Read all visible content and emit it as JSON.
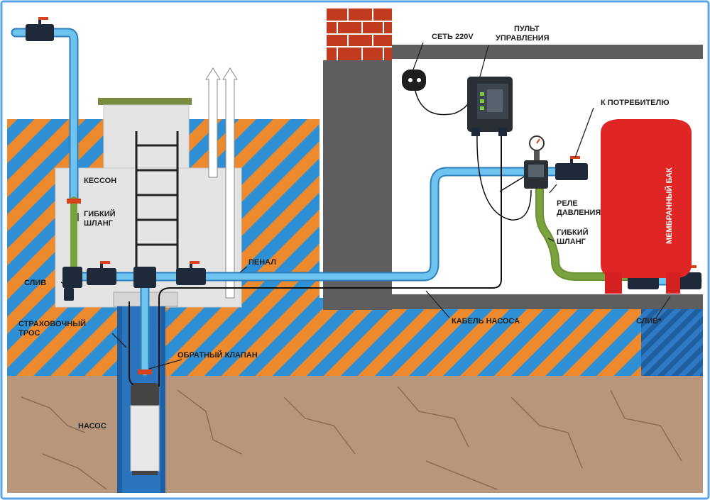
{
  "colors": {
    "soil_orange": "#ee8a2e",
    "soil_blue": "#2f8fd4",
    "ground": "#b8967c",
    "pipe": "#6ec3ef",
    "pipe_edge": "#2c7fbf",
    "concrete": "#e2e2e2",
    "wall": "#5e5e5e",
    "tank": "#e02525",
    "brick": "#c33b1f",
    "hose": "#7aa23f",
    "frame": "#5aa6e8"
  },
  "labels": {
    "caisson": "КЕССОН",
    "flex_hose_left_1": "ГИБКИЙ",
    "flex_hose_left_2": "ШЛАНГ",
    "drain_left": "СЛИВ",
    "safety_rope_1": "СТРАХОВОЧНЫЙ",
    "safety_rope_2": "ТРОС",
    "check_valve": "ОБРАТНЫЙ КЛАПАН",
    "pump": "НАСОС",
    "sleeve": "ПЕНАЛ",
    "mains": "СЕТЬ 220V",
    "control_panel_1": "ПУЛЬТ",
    "control_panel_2": "УПРАВЛЕНИЯ",
    "to_consumer": "К ПОТРЕБИТЕЛЮ",
    "pressure_relay_1": "РЕЛЕ",
    "pressure_relay_2": "ДАВЛЕНИЯ",
    "flex_hose_right_1": "ГИБКИЙ",
    "flex_hose_right_2": "ШЛАНГ",
    "membrane_tank": "МЕМБРАННЫЙ БАК",
    "pump_cable": "КАБЕЛЬ НАСОСА",
    "drain_right": "СЛИВ*"
  },
  "icons": [
    "ball-valve-icon",
    "pressure-gauge-icon",
    "power-socket-icon",
    "vent-arrow-icon"
  ]
}
